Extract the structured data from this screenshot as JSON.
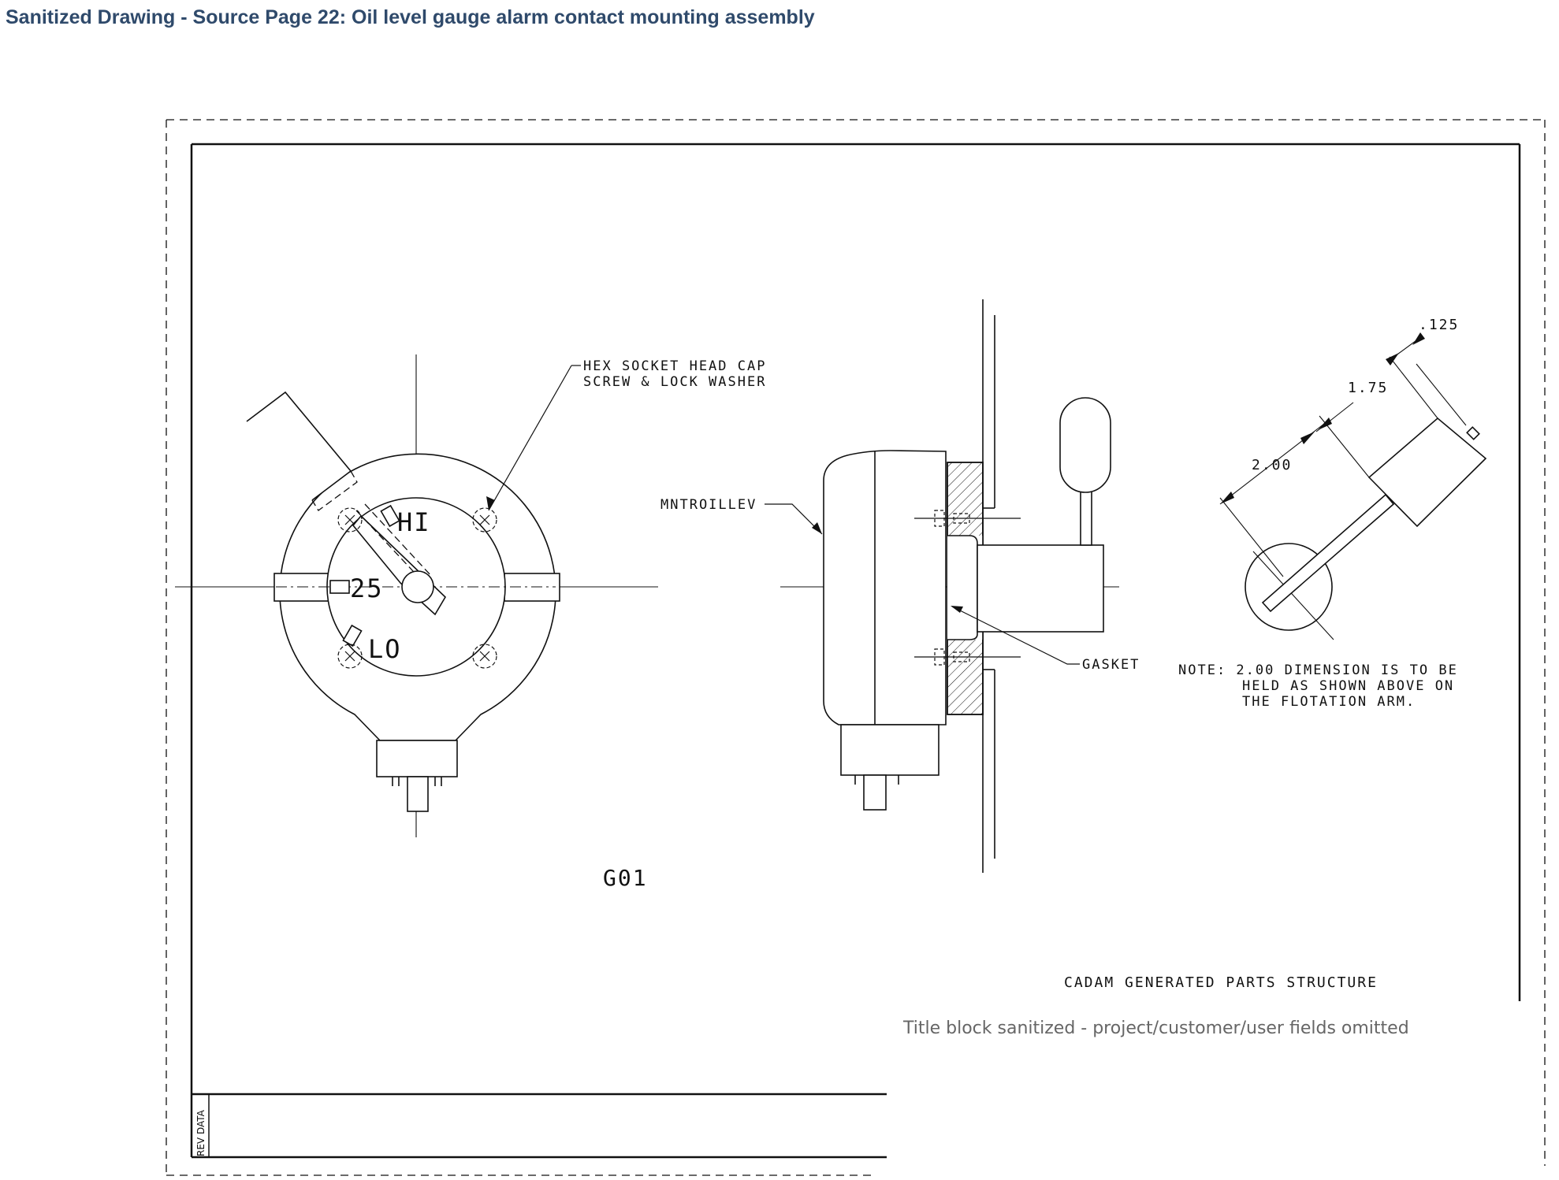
{
  "header": {
    "title": "Sanitized Drawing - Source Page 22: Oil level gauge alarm contact mounting assembly"
  },
  "front_view": {
    "dial_hi": "HI",
    "dial_25": "25",
    "dial_lo": "LO"
  },
  "labels": {
    "screw_line1": "HEX SOCKET HEAD CAP",
    "screw_line2": "SCREW & LOCK WASHER",
    "part_code": "MNTROILLEV",
    "gasket": "GASKET",
    "view_id": "G01"
  },
  "dimensions": {
    "d1": ".125",
    "d2": "1.75",
    "d3": "2.00"
  },
  "note": {
    "line1": "NOTE: 2.00 DIMENSION IS TO BE",
    "line2": "HELD AS SHOWN ABOVE ON",
    "line3": "THE FLOTATION ARM."
  },
  "footer": {
    "cadam": "CADAM GENERATED PARTS STRUCTURE",
    "sanitized_note": "Title block sanitized - project/customer/user fields omitted",
    "rev_data": "REV DATA"
  },
  "colors": {
    "title": "#2f4a6b",
    "line": "#111111",
    "note_gray": "#666666"
  }
}
